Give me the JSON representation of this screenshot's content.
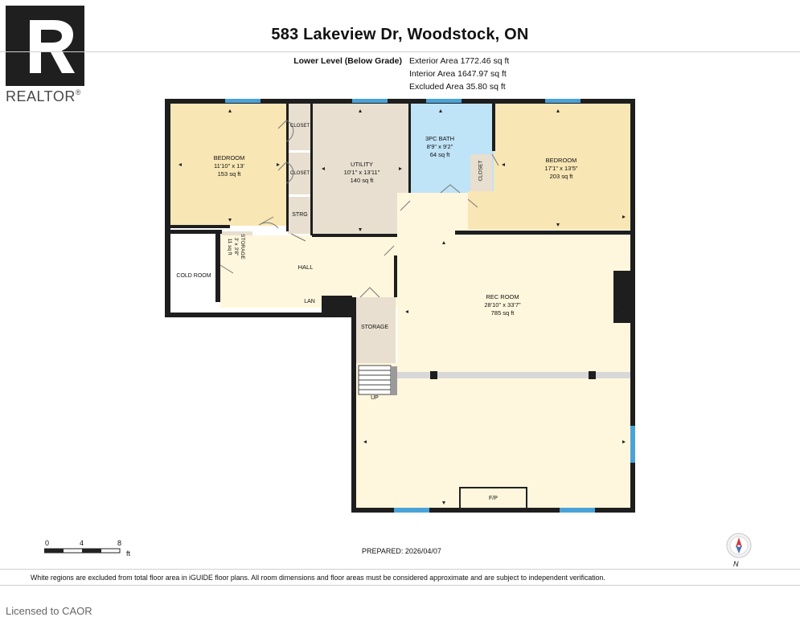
{
  "header": {
    "title": "583 Lakeview Dr, Woodstock, ON",
    "level_label": "Lower Level (Below Grade)",
    "exterior_area": "Exterior Area 1772.46 sq ft",
    "interior_area": "Interior Area 1647.97 sq ft",
    "excluded_area": "Excluded Area 35.80 sq ft"
  },
  "logo": {
    "text": "REALTOR",
    "mark": "®"
  },
  "colors": {
    "bedroom": "#f8e6b4",
    "utility": "#e8dfd0",
    "bath": "#bfe3f7",
    "living": "#fff7dd",
    "wall": "#1e1e1e",
    "window": "#4aa3d8"
  },
  "rooms": {
    "bedroom1": {
      "name": "BEDROOM",
      "dims": "11'10\" x 13'",
      "area": "153 sq ft"
    },
    "closet1": {
      "name": "CLOSET"
    },
    "closet2": {
      "name": "CLOSET"
    },
    "utility": {
      "name": "UTILITY",
      "dims": "10'1\" x 13'11\"",
      "area": "140 sq ft"
    },
    "bath": {
      "name": "3PC BATH",
      "dims": "8'9\" x 9'2\"",
      "area": "64 sq ft"
    },
    "closet3": {
      "name": "CLOSET"
    },
    "bedroom2": {
      "name": "BEDROOM",
      "dims": "17'1\" x 13'5\"",
      "area": "203 sq ft"
    },
    "strg": {
      "name": "STRG"
    },
    "storage_small": {
      "name": "STORAGE",
      "dims": "3' x 3'8\"",
      "area": "11 sq ft"
    },
    "cold_room": {
      "name": "COLD ROOM"
    },
    "hall": {
      "name": "HALL"
    },
    "lan": {
      "name": "LAN"
    },
    "storage": {
      "name": "STORAGE"
    },
    "rec_room": {
      "name": "REC ROOM",
      "dims": "28'10\" x 33'7\"",
      "area": "785 sq ft"
    },
    "fireplace": {
      "name": "F/P"
    },
    "stairs": {
      "name": "UP"
    }
  },
  "scale": {
    "labels": [
      "0",
      "4",
      "8"
    ],
    "unit": "ft"
  },
  "prepared": "PREPARED: 2026/04/07",
  "compass": {
    "label": "N"
  },
  "footer_note": "White regions are excluded from total floor area in iGUIDE floor plans. All room dimensions and floor areas must be considered approximate and are subject to independent verification.",
  "licensed": "Licensed to CAOR"
}
